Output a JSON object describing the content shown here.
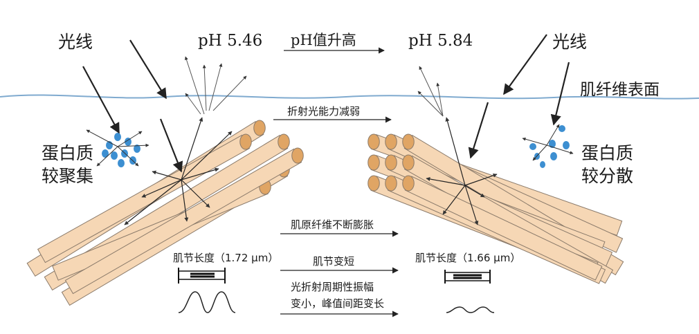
{
  "labels": {
    "light_left": "光线",
    "light_right": "光线",
    "ph_left": "pH 5.46",
    "ph_right": "pH 5.84",
    "ph_change": "pH值升高",
    "surface": "肌纤维表面",
    "refraction_weak": "折射光能力减弱",
    "protein_aggregated_line1": "蛋白质",
    "protein_aggregated_line2": "较聚集",
    "protein_dispersed_line1": "蛋白质",
    "protein_dispersed_line2": "较分散",
    "myofibril_swelling": "肌原纤维不断膨胀",
    "sarcomere_left": "肌节长度（1.72 μm）",
    "sarcomere_right": "肌节长度（1.66 μm）",
    "sarcomere_shorten": "肌节变短",
    "oscillation_line1": "光折射周期性振幅",
    "oscillation_line2": "变小，峰值间距变长"
  },
  "colors": {
    "fiber_fill": "#f6d7b5",
    "fiber_stroke": "#8a7a6a",
    "fiber_end": "#e0a564",
    "protein": "#3d8fd1",
    "surface": "#7faacf",
    "arrow": "#222222"
  }
}
